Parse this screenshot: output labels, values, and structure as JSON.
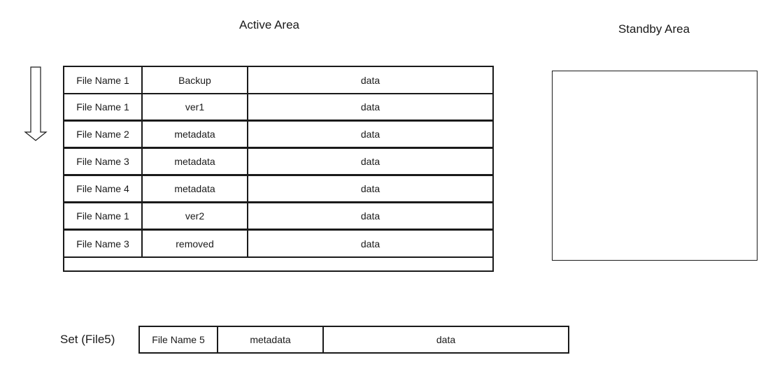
{
  "active_area": {
    "title": "Active Area",
    "rows": [
      {
        "name": "File Name 1",
        "type": "Backup",
        "data": "data"
      },
      {
        "name": "File Name 1",
        "type": "ver1",
        "data": "data"
      },
      {
        "name": "File Name 2",
        "type": "metadata",
        "data": "data"
      },
      {
        "name": "File Name 3",
        "type": "metadata",
        "data": "data"
      },
      {
        "name": "File Name 4",
        "type": "metadata",
        "data": "data"
      },
      {
        "name": "File Name 1",
        "type": "ver2",
        "data": "data"
      },
      {
        "name": "File Name 3",
        "type": "removed",
        "data": "data"
      }
    ]
  },
  "standby_area": {
    "title": "Standby Area"
  },
  "set": {
    "label": "Set (File5)",
    "row": {
      "name": "File Name 5",
      "type": "metadata",
      "data": "data"
    }
  },
  "icons": {
    "direction": "down-arrow-icon"
  }
}
